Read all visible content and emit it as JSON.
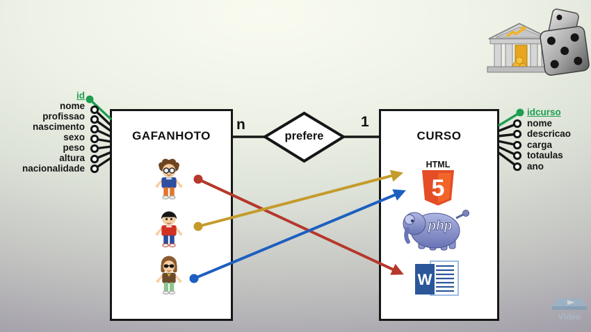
{
  "colors": {
    "key_attribute_green": "#1d9e4f",
    "arrow_red": "#b5382b",
    "arrow_gold": "#c49b2b",
    "arrow_blue": "#1d5fc0",
    "entity_border": "#161616"
  },
  "diagram": {
    "relationship": {
      "label": "prefere",
      "left_cardinality": "n",
      "right_cardinality": "1"
    },
    "gafanhoto": {
      "name": "GAFANHOTO",
      "attributes": [
        {
          "label": "id",
          "key": true
        },
        {
          "label": "nome"
        },
        {
          "label": "profissao"
        },
        {
          "label": "nascimento"
        },
        {
          "label": "sexo"
        },
        {
          "label": "peso"
        },
        {
          "label": "altura"
        },
        {
          "label": "nacionalidade"
        }
      ]
    },
    "curso": {
      "name": "CURSO",
      "attributes": [
        {
          "label": "idcurso",
          "key": true
        },
        {
          "label": "nome"
        },
        {
          "label": "descricao"
        },
        {
          "label": "carga"
        },
        {
          "label": "totaulas"
        },
        {
          "label": "ano"
        }
      ]
    }
  },
  "course_icons": {
    "html5": {
      "title": "HTML",
      "badge": "5"
    },
    "php": {
      "label": "php"
    },
    "word": {
      "letter": "W"
    }
  },
  "watermark": {
    "label": "Vídeo"
  }
}
